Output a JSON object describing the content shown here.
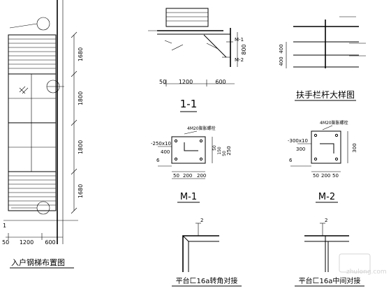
{
  "plan": {
    "title": "入户钢梯布置图",
    "dims_v": [
      "1680",
      "1800",
      "1800",
      "1680"
    ],
    "dims_h": [
      "50",
      "1200",
      "600"
    ],
    "marker": "1"
  },
  "section": {
    "title": "1-1",
    "dims_h": [
      "50",
      "1200",
      "600"
    ],
    "dim_v": "800",
    "labels": [
      "M-1",
      "M-2"
    ]
  },
  "railing": {
    "title": "扶手栏杆大样图",
    "dims_v": [
      "400",
      "400"
    ]
  },
  "m1": {
    "title": "M-1",
    "bolt_note": "4M20膨胀螺栓",
    "plate_note": "-250x10",
    "plate_width": "400",
    "dims_h": [
      "50",
      "200",
      "200"
    ],
    "dims_v": [
      "250",
      "50",
      "150",
      "50"
    ]
  },
  "m2": {
    "title": "M-2",
    "bolt_note": "4M20膨胀螺栓",
    "plate_note": "-300x10",
    "plate_width": "300",
    "dims_h": [
      "50",
      "200",
      "50"
    ],
    "dims_v": [
      "300"
    ]
  },
  "corner": {
    "title": "平台匚16a转角对接",
    "marker": "2"
  },
  "mid": {
    "title": "平台匚16a中间对接",
    "marker": "2"
  },
  "watermark": "zhulong.com"
}
